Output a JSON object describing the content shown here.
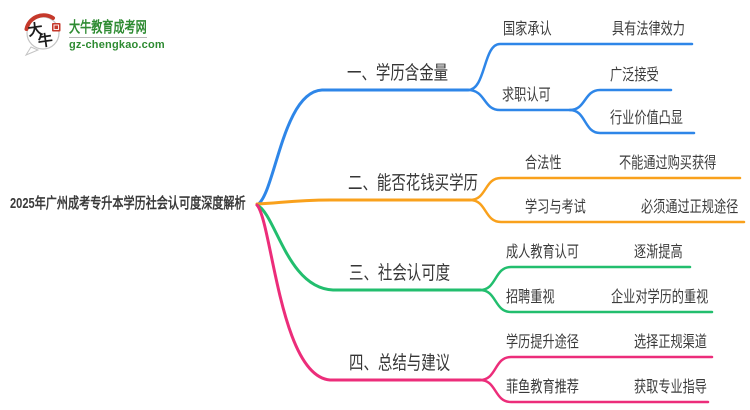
{
  "logo": {
    "icon_chars": [
      "大",
      "牛"
    ],
    "site_name": "大牛教育成考网",
    "site_url": "gz-chengkao.com",
    "colors": {
      "brand_green": "#2e8b32",
      "seal_red": "#c5392b"
    }
  },
  "root": {
    "label": "2025年广州成考专升本学历社会认可度深度解析"
  },
  "branches": [
    {
      "label": "一、学历含金量",
      "color": "#2e86e8",
      "children": [
        {
          "label": "国家承认",
          "children": [
            {
              "label": "具有法律效力"
            }
          ]
        },
        {
          "label": "求职认可",
          "children": [
            {
              "label": "广泛接受"
            },
            {
              "label": "行业价值凸显"
            }
          ]
        }
      ]
    },
    {
      "label": "二、能否花钱买学历",
      "color": "#f9a11c",
      "children": [
        {
          "label": "合法性",
          "children": [
            {
              "label": "不能通过购买获得"
            }
          ]
        },
        {
          "label": "学习与考试",
          "children": [
            {
              "label": "必须通过正规途径"
            }
          ]
        }
      ]
    },
    {
      "label": "三、社会认可度",
      "color": "#22be6e",
      "children": [
        {
          "label": "成人教育认可",
          "children": [
            {
              "label": "逐渐提高"
            }
          ]
        },
        {
          "label": "招聘重视",
          "children": [
            {
              "label": "企业对学历的重视"
            }
          ]
        }
      ]
    },
    {
      "label": "四、总结与建议",
      "color": "#ec2d7a",
      "children": [
        {
          "label": "学历提升途径",
          "children": [
            {
              "label": "选择正规渠道"
            }
          ]
        },
        {
          "label": "菲鱼教育推荐",
          "children": [
            {
              "label": "获取专业指导"
            }
          ]
        }
      ]
    }
  ]
}
